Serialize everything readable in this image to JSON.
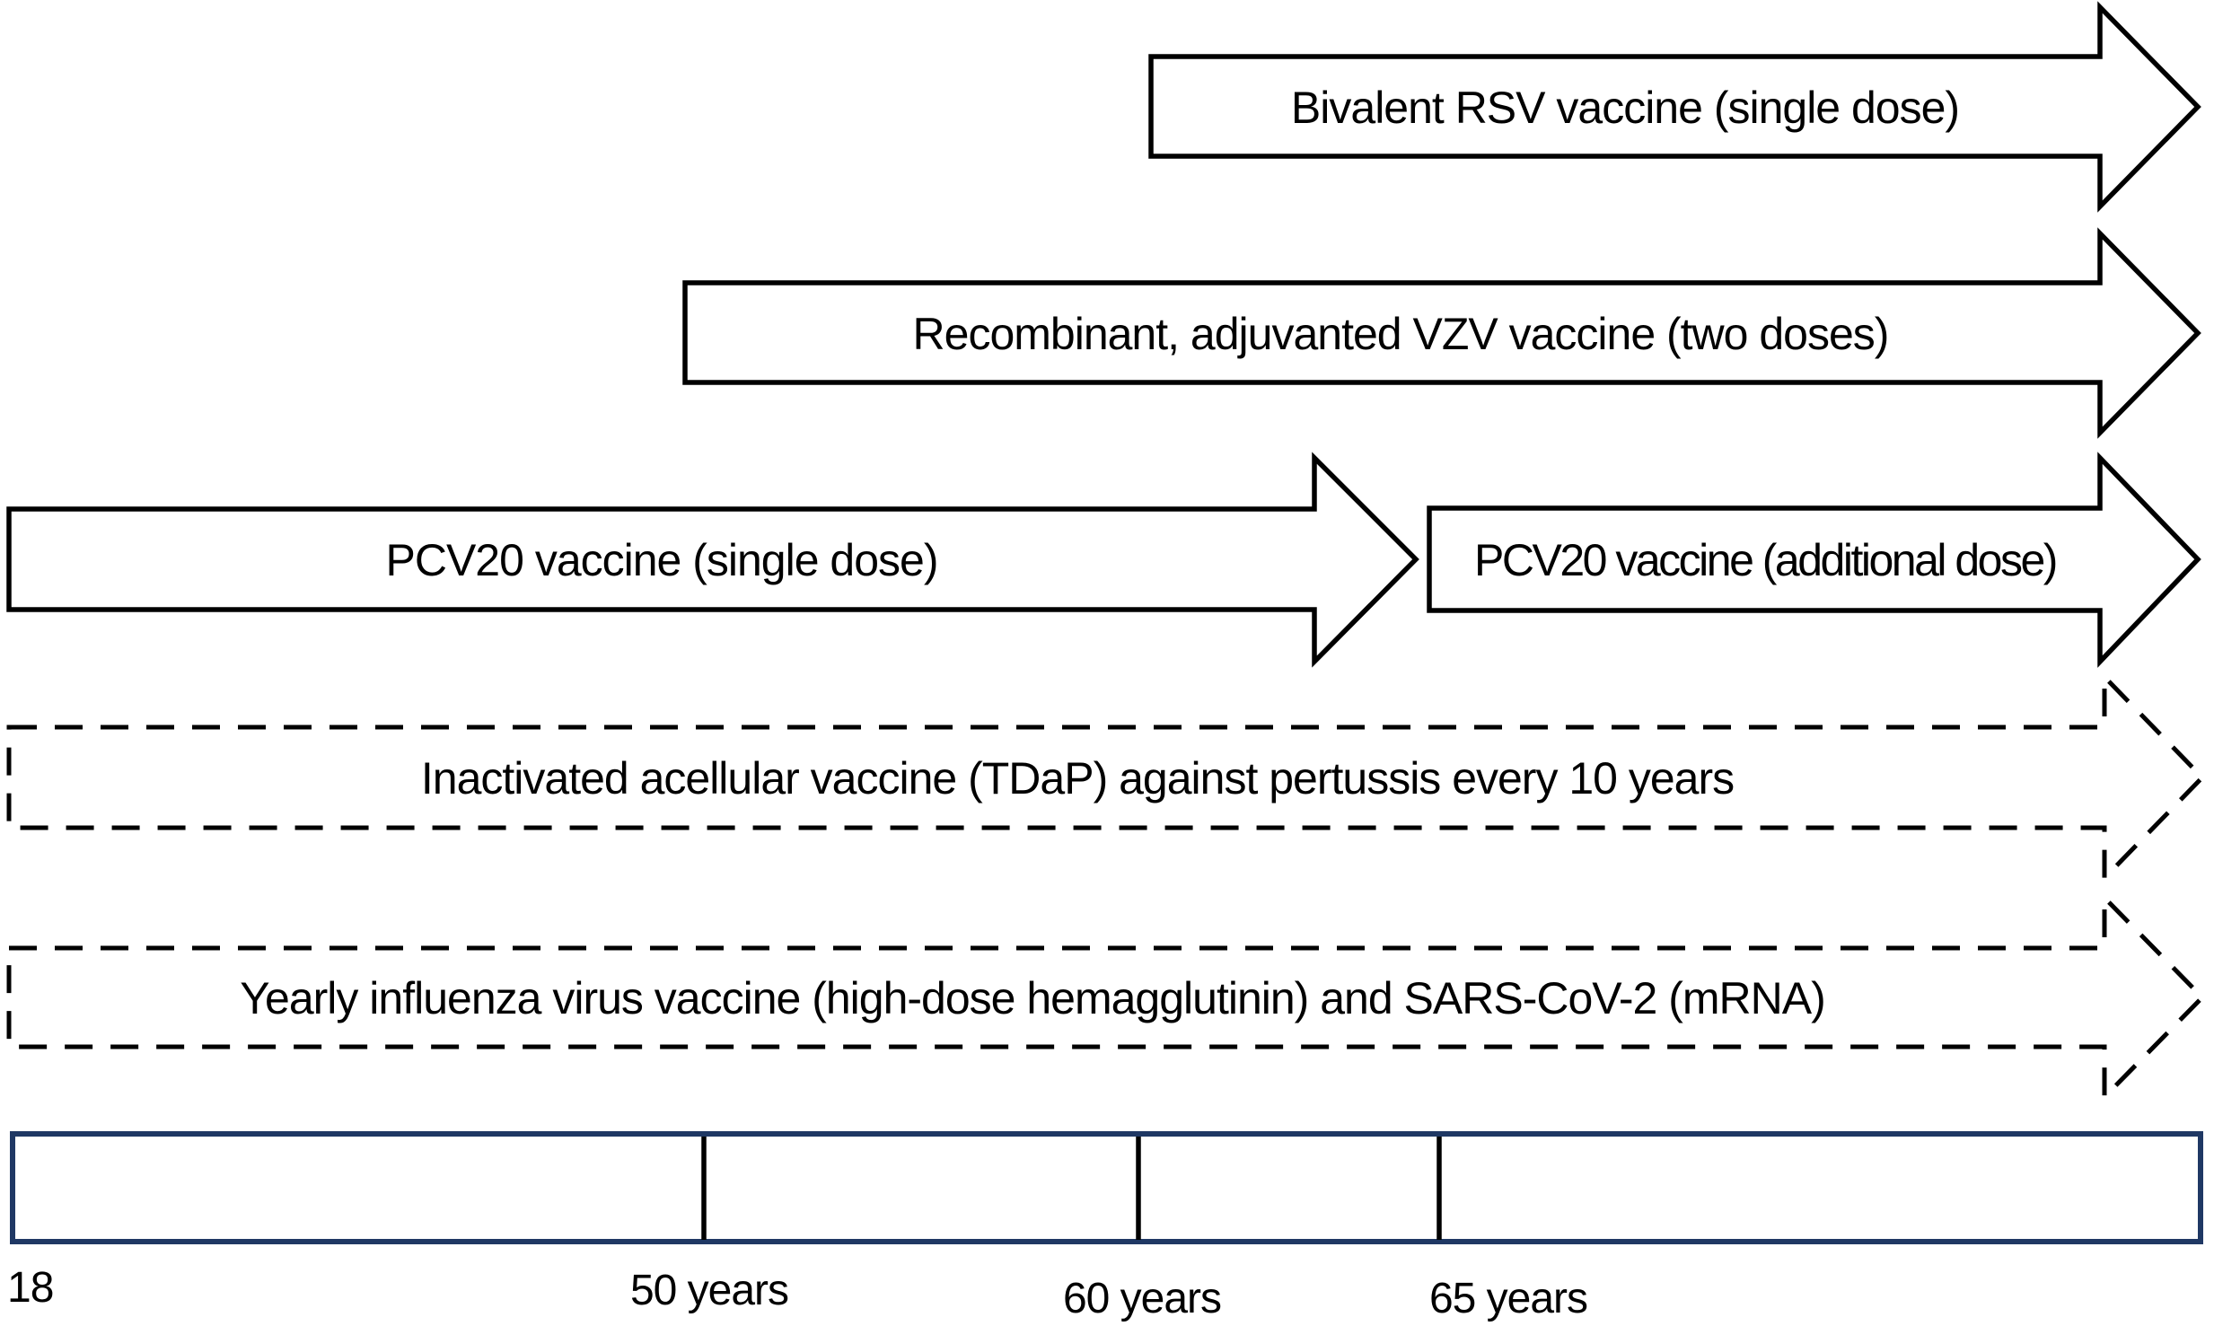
{
  "figure": {
    "kind": "adult-vaccination-timeline-diagram",
    "background": "#ffffff"
  },
  "arrows": [
    {
      "id": "rsv",
      "style": "solid",
      "label": "Bivalent RSV vaccine (single dose)"
    },
    {
      "id": "vzv",
      "style": "solid",
      "label": "Recombinant, adjuvanted VZV vaccine (two doses)"
    },
    {
      "id": "pcv20_single",
      "style": "solid",
      "label": "PCV20 vaccine (single dose)"
    },
    {
      "id": "pcv20_additional",
      "style": "solid",
      "label": "PCV20 vaccine (additional dose)"
    },
    {
      "id": "tdap",
      "style": "dashed",
      "label": "Inactivated acellular vaccine (TDaP) against pertussis every 10 years"
    },
    {
      "id": "influenza_sarscov2",
      "style": "dashed",
      "label": "Yearly influenza virus vaccine (high-dose hemagglutinin) and SARS-CoV-2 (mRNA)"
    }
  ],
  "timeline": {
    "ticks": [
      {
        "label": "18"
      },
      {
        "label": "50 years"
      },
      {
        "label": "60 years"
      },
      {
        "label": "65 years"
      }
    ]
  },
  "colors": {
    "arrow_stroke": "#000000",
    "dashed_stroke": "#000000",
    "timeline_border": "#1f3864",
    "tick_mark": "#000000",
    "text": "#000000",
    "fill": "#ffffff"
  }
}
